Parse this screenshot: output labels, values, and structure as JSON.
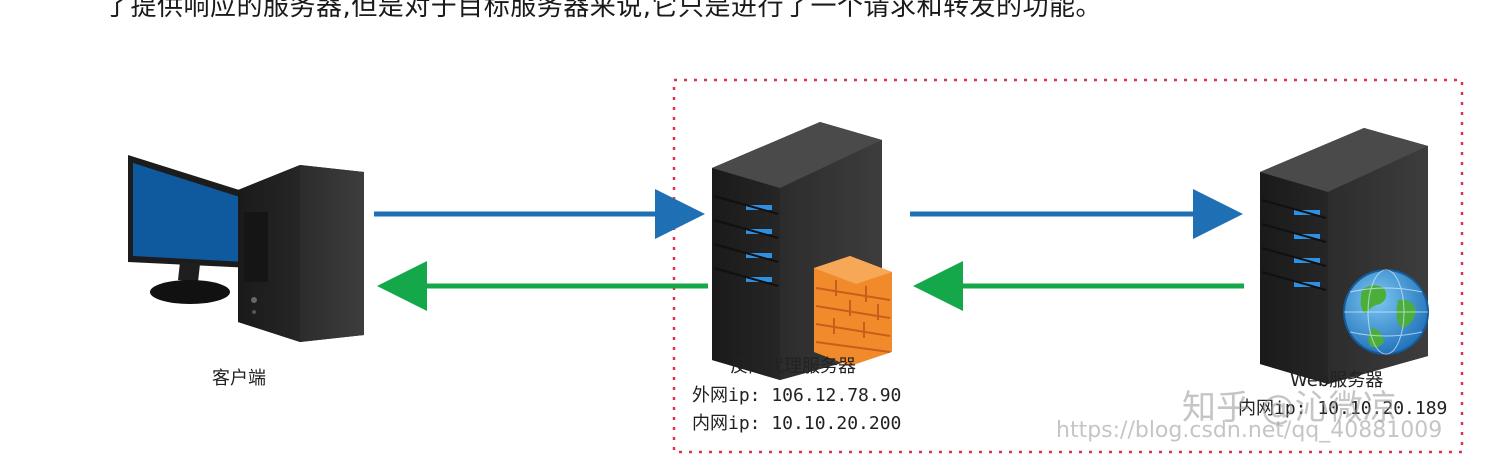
{
  "intro_text": "了提供响应的服务器,但是对于目标服务器来说,它只是进行了一个请求和转发的功能。",
  "client": {
    "label": "客户端"
  },
  "proxy": {
    "label": "反向代理服务器",
    "external_ip": "外网ip: 106.12.78.90",
    "internal_ip": "内网ip: 10.10.20.200"
  },
  "web": {
    "label": "Web服务器",
    "internal_ip": "内网ip: 10.10.20.189"
  },
  "watermark": {
    "zhihu": "知乎 @沁微凉",
    "url": "https://blog.csdn.net/qq_40881009"
  },
  "colors": {
    "request_arrow": "#1f6fb5",
    "response_arrow": "#14a84a",
    "boundary": "#e0304a",
    "screen": "#0f5a9e",
    "firewall": "#f08a2a",
    "globe": "#2b8fd6"
  },
  "icons": [
    "desktop-computer-icon",
    "server-tower-icon",
    "firewall-icon",
    "globe-icon"
  ]
}
